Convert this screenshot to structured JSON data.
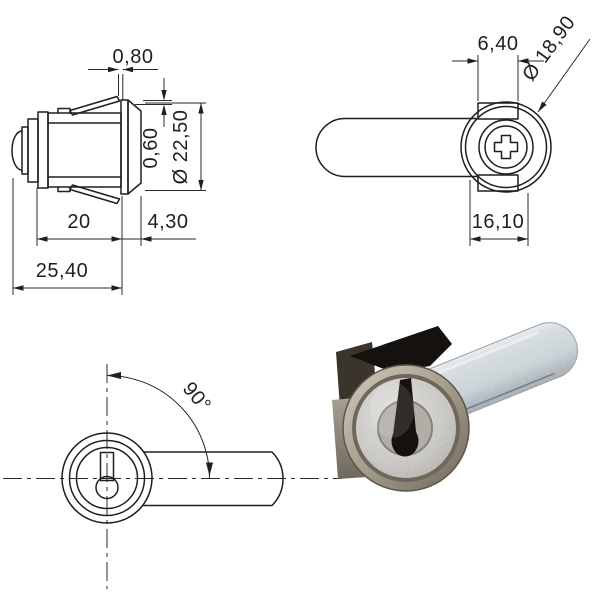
{
  "drawing": {
    "type": "technical-drawing-cam-lock",
    "units_style": "comma-decimal",
    "side_view": {
      "dim_tip_gap": "0,80",
      "dim_clip_clearance": "0,60",
      "dim_flange_diameter": "Ø 22,50",
      "dim_body_length": "20",
      "dim_flange_thickness": "4,30",
      "dim_total_length": "25,40"
    },
    "rear_view": {
      "dim_tab_width": "6,40",
      "dim_body_diameter": "Ø 18,90",
      "dim_across_flats": "16,10"
    },
    "front_view": {
      "dim_rotation_angle": "90°"
    }
  },
  "colors": {
    "background": "#ffffff",
    "line": "#1f1f1f",
    "nickel_ring": "#a49c8d",
    "face_silver": "#bcbab4",
    "steel_cam_bar": "#c2ccd2",
    "black_cam_stop": "#14110e",
    "keyway_dark": "#16110c"
  }
}
